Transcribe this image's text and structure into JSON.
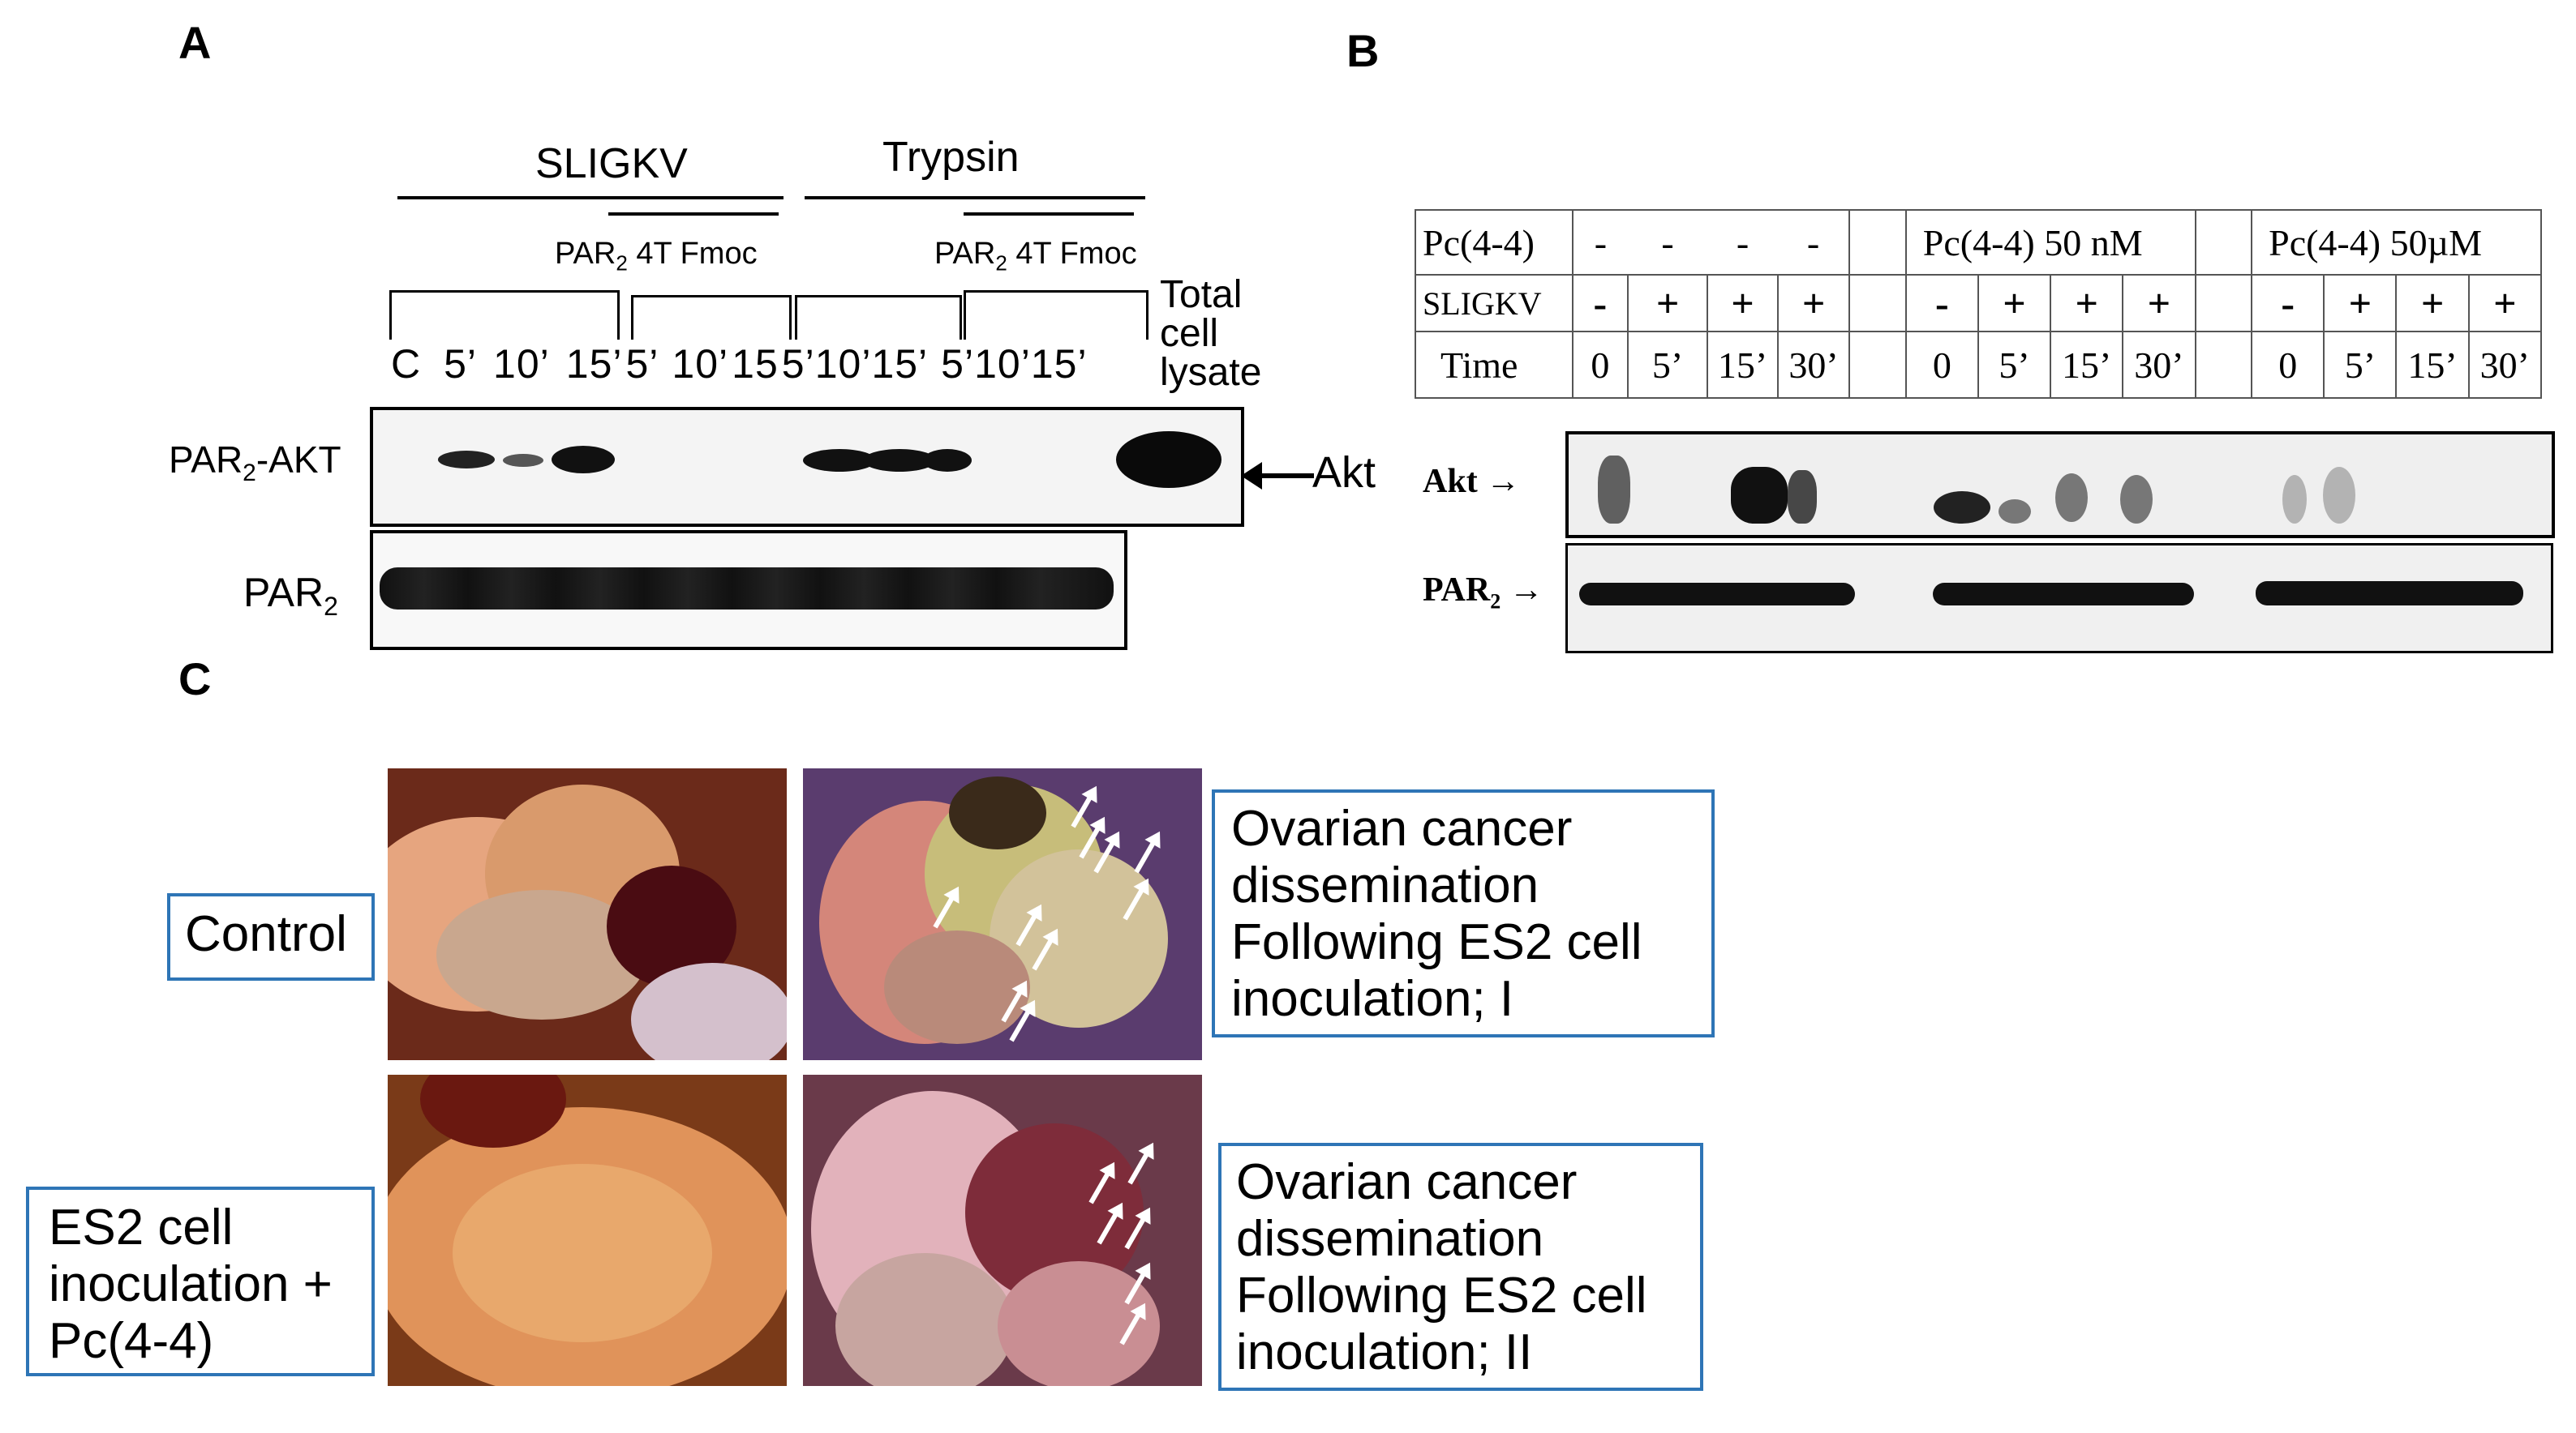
{
  "panels": {
    "a": "A",
    "b": "B",
    "c": "C"
  },
  "panel_a": {
    "group1": "SLIGKV",
    "group2": "Trypsin",
    "inhibitor1": "PAR",
    "inhibitor1_sub": "2",
    "inhibitor1_rest": " 4T Fmoc",
    "inhibitor2": "PAR",
    "inhibitor2_sub": "2",
    "inhibitor2_rest": " 4T Fmoc",
    "lanes": [
      "C",
      "5’",
      "10’",
      "15’",
      "5’",
      "10’",
      "15",
      "5’",
      "10’",
      "15’",
      "5’",
      "10’",
      "15’"
    ],
    "total_line1": "Total",
    "total_line2": "cell",
    "total_line3": "lysate",
    "row1_label": "PAR",
    "row1_sub": "2",
    "row1_rest": "-AKT",
    "row2_label": "PAR",
    "row2_sub": "2",
    "akt_arrow_label": "Akt"
  },
  "panel_b": {
    "row_pc": "Pc(4-4)",
    "row_sligkv": "SLIGKV",
    "row_time": "Time",
    "group_nm": "Pc(4-4) 50 nM",
    "group_um": "Pc(4-4) 50µM",
    "pc_values": [
      "-",
      "-",
      "-",
      "-"
    ],
    "sligkv_values": [
      "-",
      "+",
      "+",
      "+",
      "-",
      "+",
      "+",
      "+",
      "-",
      "+",
      "+",
      "+"
    ],
    "time_values": [
      "0",
      "5’",
      "15’",
      "30’",
      "0",
      "5’",
      "15’",
      "30’",
      "0",
      "5’",
      "15’",
      "30’"
    ],
    "akt_label": "Akt",
    "par2_label": "PAR",
    "par2_sub": "2"
  },
  "panel_c": {
    "control": "Control",
    "es2_line1": "ES2 cell",
    "es2_line2": "inoculation +",
    "es2_line3": "Pc(4-4)",
    "dissem1_line1": "Ovarian cancer",
    "dissem1_line2": "dissemination",
    "dissem1_line3": "Following ES2 cell",
    "dissem1_line4": "inoculation; I",
    "dissem2_line1": "Ovarian cancer",
    "dissem2_line2": "dissemination",
    "dissem2_line3": "Following ES2 cell",
    "dissem2_line4": "inoculation; II"
  }
}
